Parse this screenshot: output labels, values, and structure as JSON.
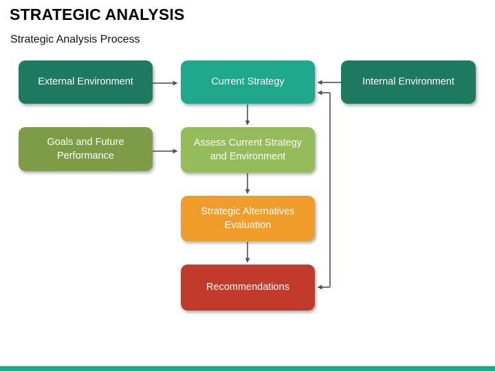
{
  "slide": {
    "title": "STRATEGIC ANALYSIS",
    "subtitle": "Strategic Analysis Process"
  },
  "diagram": {
    "boxes": [
      {
        "id": "external-environment",
        "label": "External Environment",
        "color": "#1E7A5F"
      },
      {
        "id": "current-strategy",
        "label": "Current Strategy",
        "color": "#1EA78A"
      },
      {
        "id": "internal-environment",
        "label": "Internal Environment",
        "color": "#1E7A5F"
      },
      {
        "id": "goals-future-performance",
        "label": "Goals and Future Performance",
        "color": "#7C9C45"
      },
      {
        "id": "assess-current-strategy",
        "label": "Assess Current Strategy and Environment",
        "color": "#95BC5B"
      },
      {
        "id": "strategic-alternatives",
        "label": "Strategic Alternatives Evaluation",
        "color": "#F09C2B"
      },
      {
        "id": "recommendations",
        "label": "Recommendations",
        "color": "#C13A2B"
      }
    ],
    "connections": [
      {
        "from": "External Environment",
        "to": "Current Strategy"
      },
      {
        "from": "Internal Environment",
        "to": "Current Strategy"
      },
      {
        "from": "Goals and Future Performance",
        "to": "Assess Current Strategy and Environment"
      },
      {
        "from": "Current Strategy",
        "to": "Assess Current Strategy and Environment"
      },
      {
        "from": "Assess Current Strategy and Environment",
        "to": "Strategic Alternatives Evaluation"
      },
      {
        "from": "Strategic Alternatives Evaluation",
        "to": "Recommendations"
      },
      {
        "from": "Recommendations",
        "to": "Current Strategy",
        "note": "feedback elbow connector with arrowheads at both ends"
      }
    ],
    "arrow_line_color": "#64748A",
    "arrow_head_color": "#44546A"
  },
  "footer": {
    "bar_color": "#1EA78A"
  }
}
